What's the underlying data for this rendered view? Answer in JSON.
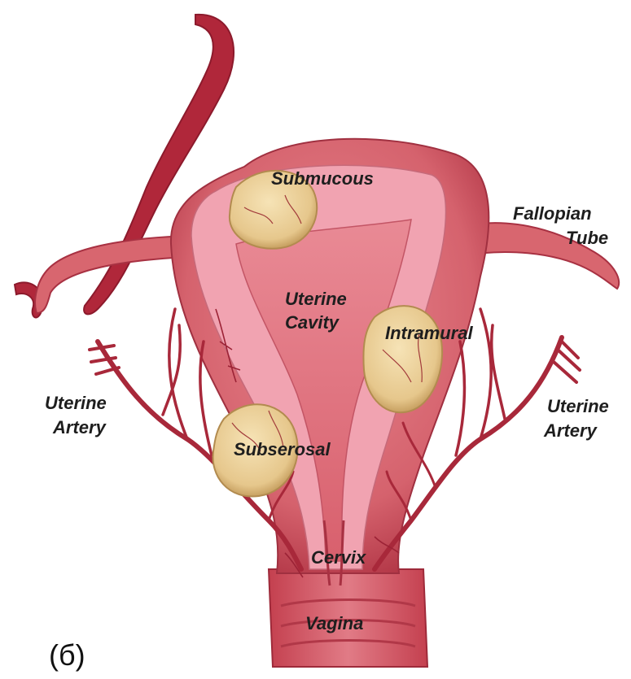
{
  "diagram": {
    "labels": {
      "submucous": "Submucous",
      "fallopian_tube_line1": "Fallopian",
      "fallopian_tube_line2": "Tube",
      "uterine_cavity_line1": "Uterine",
      "uterine_cavity_line2": "Cavity",
      "intramural": "Intramural",
      "uterine_artery_left_line1": "Uterine",
      "uterine_artery_left_line2": "Artery",
      "uterine_artery_right_line1": "Uterine",
      "uterine_artery_right_line2": "Artery",
      "subserosal": "Subserosal",
      "cervix": "Cervix",
      "vagina": "Vagina"
    },
    "figure_label": "(б)",
    "colors": {
      "uterus_wall": "#d9737b",
      "uterus_dark": "#b83a4a",
      "inner_lining": "#f2a6b4",
      "cavity": "#e37c88",
      "artery": "#b02a3c",
      "fibroid": "#ecd29c",
      "fibroid_edge": "#c9a86a"
    }
  }
}
